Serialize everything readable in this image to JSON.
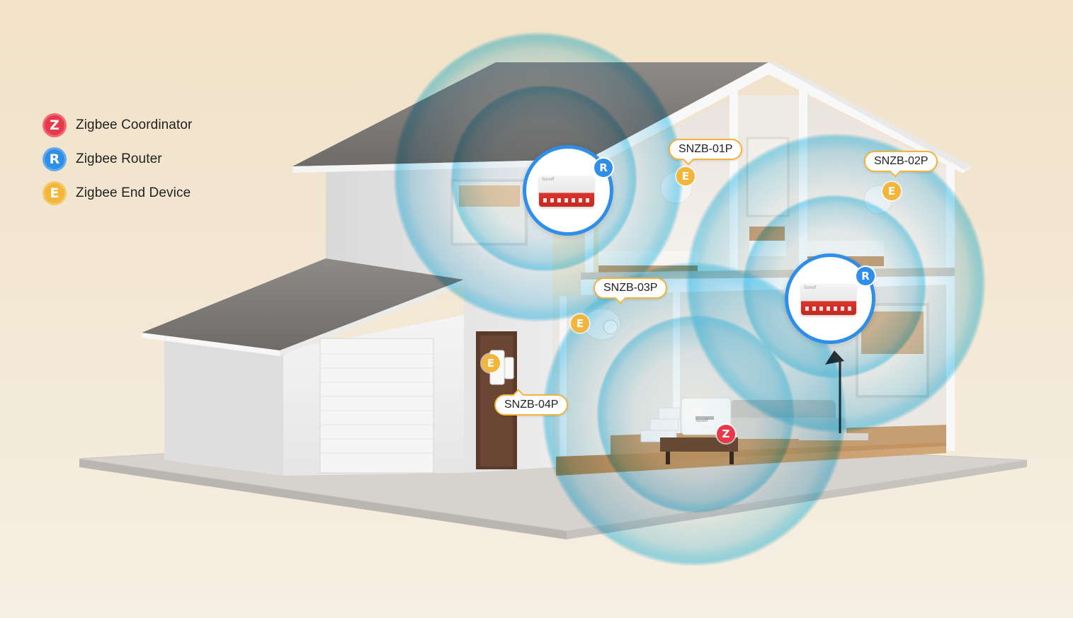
{
  "legend": [
    {
      "icon": "zigbee-coordinator-icon",
      "symbol": "Z",
      "label": "Zigbee Coordinator",
      "color": "#e8394a"
    },
    {
      "icon": "zigbee-router-icon",
      "symbol": "R",
      "label": "Zigbee Router",
      "color": "#2f8fe8"
    },
    {
      "icon": "zigbee-end-device-icon",
      "symbol": "E",
      "label": "Zigbee End Device",
      "color": "#f4b63a"
    }
  ],
  "devices": {
    "snzb_01p": {
      "label": "SNZB-01P",
      "badge": "E"
    },
    "snzb_02p": {
      "label": "SNZB-02P",
      "badge": "E"
    },
    "snzb_03p": {
      "label": "SNZB-03P",
      "badge": "E"
    },
    "snzb_04p": {
      "label": "SNZB-04P",
      "badge": "E"
    },
    "router_upstairs": {
      "badge": "R",
      "brand": "Sonoff"
    },
    "router_downstairs": {
      "badge": "R",
      "brand": "Sonoff"
    },
    "coordinator": {
      "badge": "Z",
      "brand": "Sonoff"
    }
  },
  "colors": {
    "coordinator": "#e8394a",
    "router": "#2f8fe8",
    "end_device": "#f4b63a",
    "signal": "#36b6e6",
    "callout_border": "#f3b33d"
  }
}
